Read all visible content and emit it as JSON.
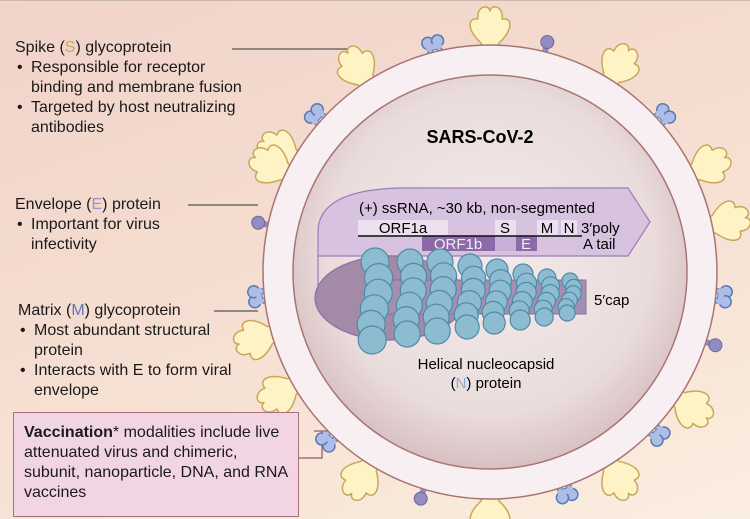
{
  "title": "SARS-CoV-2",
  "labels": {
    "spike": {
      "name_pre": "Spike (",
      "letter": "S",
      "name_post": ") glycoprotein",
      "bullets": [
        "Responsible for receptor binding and membrane fusion",
        "Targeted by host neutralizing antibodies"
      ]
    },
    "envelope": {
      "name_pre": "Envelope (",
      "letter": "E",
      "name_post": ") protein",
      "bullets": [
        "Important for virus infectivity"
      ]
    },
    "matrix": {
      "name_pre": "Matrix (",
      "letter": "M",
      "name_post": ") glycoprotein",
      "bullets": [
        "Most abundant structural protein",
        "Interacts with E to form viral envelope"
      ]
    }
  },
  "vaccination": {
    "bold": "Vaccination",
    "text": "* modalities include live attenuated virus and chimeric, subunit, nanoparticle, DNA, and RNA vaccines"
  },
  "genome": {
    "header": "(+) ssRNA, ~30 kb, non-segmented",
    "top_genes": [
      "ORF1a",
      "S",
      "M",
      "N"
    ],
    "bottom_genes": [
      "ORF1b",
      "E"
    ],
    "three_prime_line1": "3′poly",
    "three_prime_line2": "A tail",
    "five_prime": "5′cap"
  },
  "nucleocapsid": {
    "line1": "Helical nucleocapsid",
    "line2_pre": "(",
    "letter": "N",
    "line2_post": ") protein"
  },
  "colors": {
    "spike_fill": "#fdf3c4",
    "spike_stroke": "#c9a75a",
    "matrix_fill": "#adbde6",
    "matrix_stroke": "#5b78b8",
    "envelope_fill": "#948cc0",
    "envelope_stroke": "#6e66a0",
    "membrane_fill": "#f7eff2",
    "membrane_stroke": "#a97474",
    "nucleocapsid_fill": "#8dbcd0",
    "nucleocapsid_stroke": "#4e8aa8",
    "rna_band": "#d7c2df",
    "vacc_box": "#f2d5e3"
  }
}
